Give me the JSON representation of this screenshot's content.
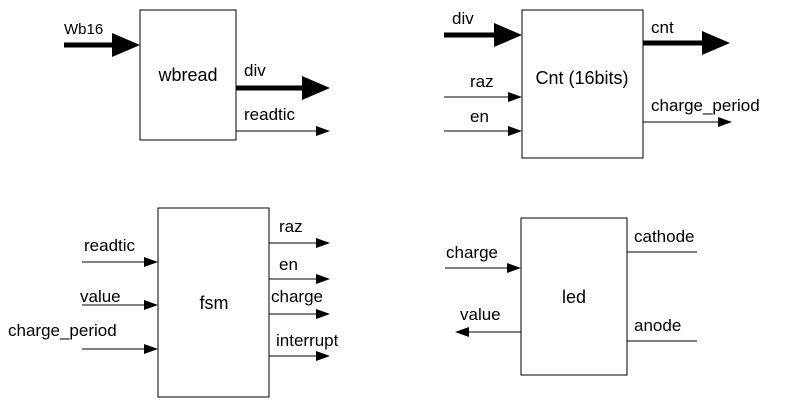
{
  "blocks": {
    "wbread": {
      "name": "wbread",
      "inputs": [
        "Wb16"
      ],
      "outputs": [
        "div",
        "readtic"
      ]
    },
    "cnt": {
      "name": "Cnt (16bits)",
      "inputs": [
        "div",
        "raz",
        "en"
      ],
      "outputs": [
        "cnt",
        "charge_period"
      ]
    },
    "fsm": {
      "name": "fsm",
      "inputs": [
        "readtic",
        "value",
        "charge_period"
      ],
      "outputs": [
        "raz",
        "en",
        "charge",
        "interrupt"
      ]
    },
    "led": {
      "name": "led",
      "inputs": [
        "charge"
      ],
      "outputs": [
        "value"
      ],
      "pins": [
        "cathode",
        "anode"
      ]
    }
  },
  "colors": {
    "stroke": "#000000",
    "background": "#ffffff"
  }
}
